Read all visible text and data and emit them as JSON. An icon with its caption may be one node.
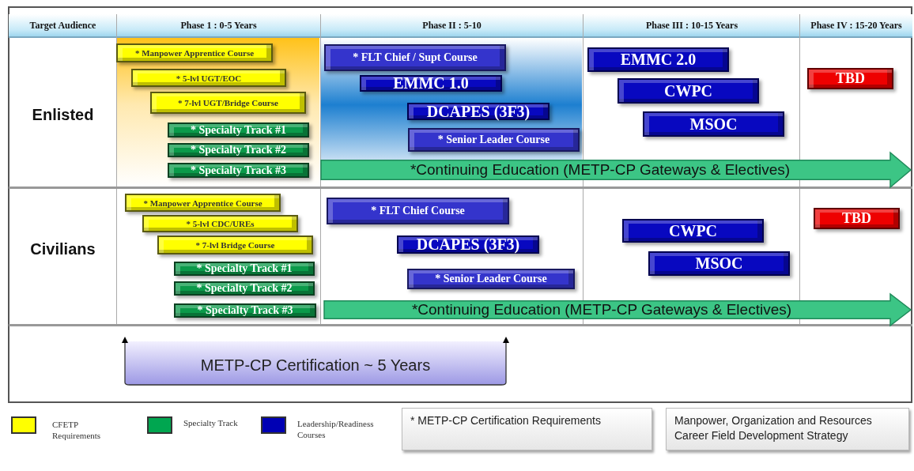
{
  "diagram": {
    "nodes": [
      {
        "text": [
          "* Manpower Apprentice Course"
        ]
      },
      {
        "text": [
          "* 5-lvl UGT/EOC"
        ]
      },
      {
        "text": [
          "* 7-lvl UGT/Bridge Course"
        ]
      },
      {
        "text": [
          "* Specialty Track #1"
        ]
      },
      {
        "text": [
          "* Specialty Track #2"
        ]
      },
      {
        "text": [
          "* Specialty Track #3"
        ]
      },
      {
        "text": [
          "* FLT Chief / Supt Course"
        ]
      },
      {
        "text": [
          "EMMC 1.0"
        ]
      },
      {
        "text": [
          "DCAPES (3F3)"
        ]
      },
      {
        "text": [
          "* Senior Leader Course"
        ]
      },
      {
        "text": [
          "EMMC 2.0"
        ]
      },
      {
        "text": [
          "CWPC"
        ]
      },
      {
        "text": [
          "MSOC"
        ]
      },
      {
        "text": [
          "TBD"
        ]
      },
      {
        "text": [
          "*Continuing Education (METP-CP Gateways & Electives)"
        ]
      },
      {
        "text": [
          "* Manpower Apprentice Course"
        ]
      },
      {
        "text": [
          "* 5-lvl CDC/UREs"
        ]
      },
      {
        "text": [
          "* 7-lvl Bridge Course"
        ]
      },
      {
        "text": [
          "* Specialty Track #1"
        ]
      },
      {
        "text": [
          "* Specialty Track #2"
        ]
      },
      {
        "text": [
          "* Specialty Track #3"
        ]
      },
      {
        "text": [
          "* FLT Chief Course"
        ]
      },
      {
        "text": [
          "DCAPES (3F3)"
        ]
      },
      {
        "text": [
          "* Senior Leader Course"
        ]
      },
      {
        "text": [
          "CWPC"
        ]
      },
      {
        "text": [
          "MSOC"
        ]
      },
      {
        "text": [
          "TBD"
        ]
      },
      {
        "text": [
          "*Continuing Education (METP-CP Gateways & Electives)"
        ]
      },
      {
        "text": [
          "METP-CP Certification ~ 5 Years"
        ]
      },
      {
        "text": [
          "* METP-CP Certification Requirements"
        ]
      },
      {
        "text": [
          "Manpower, Organization and Resources",
          "Career Field Development Strategy"
        ]
      }
    ],
    "labels": [
      "Target Audience",
      "Phase 1 : 0-5 Years",
      "Phase II : 5-10",
      "Phase III : 10-15 Years",
      "Phase IV : 15-20 Years",
      "Enlisted",
      "Civilians"
    ],
    "legend": [
      {
        "text": "CFETP Requirements",
        "color": "#ffff00"
      },
      {
        "text": "Specialty Track",
        "color": "#00a650"
      },
      {
        "text": "Leadership/Readiness Courses",
        "color": "#0000b4"
      }
    ]
  }
}
